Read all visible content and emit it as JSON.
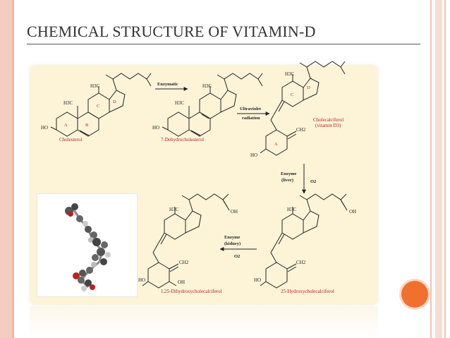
{
  "slide": {
    "title": "CHEMICAL STRUCTURE OF VITAMIN-D"
  },
  "diagram": {
    "molecules": [
      {
        "name": "Cholesterol",
        "methyl_labels": [
          "H3C",
          "H3C"
        ],
        "rings": [
          "A",
          "B",
          "C",
          "D"
        ],
        "substituent": "HO"
      },
      {
        "name": "7-Dehydrocholesterol",
        "methyl_labels": [
          "H3C",
          "H3C"
        ],
        "substituent": "HO"
      },
      {
        "name": "Cholecalciferol",
        "subname": "(vitamin D3)",
        "methyl_labels": [
          "H3C"
        ],
        "rings": [
          "A",
          "C",
          "D"
        ],
        "substituent": "HO",
        "group": "CH2"
      },
      {
        "name": "25-Hydroxycholecalciferol",
        "methyl_labels": [
          "H3C"
        ],
        "substituent": "HO",
        "group": "CH2",
        "hydroxyl": "OH"
      },
      {
        "name": "1,25-Dihydroxycholecalciferol",
        "methyl_labels": [
          "H3C"
        ],
        "substituent": "HO",
        "group": "CH2",
        "hydroxyl": "OH",
        "hydroxyl2": "OH"
      }
    ],
    "steps": [
      {
        "label": "Enzymatic"
      },
      {
        "label": "Ultraviolet",
        "label2": "radiation"
      },
      {
        "label": "Enzyme",
        "label2": "(liver)",
        "cofactor": "O2"
      },
      {
        "label": "Enzyme",
        "label2": "(kidney)",
        "cofactor": "O2"
      }
    ]
  },
  "colors": {
    "accent_orange": "#f2702e",
    "border_pink": "#f3cdbf",
    "figure_bg": "#fdf4d8",
    "label_red": "#b02020"
  },
  "icons": {
    "molecule_model": "ball-and-stick-3d-model"
  }
}
